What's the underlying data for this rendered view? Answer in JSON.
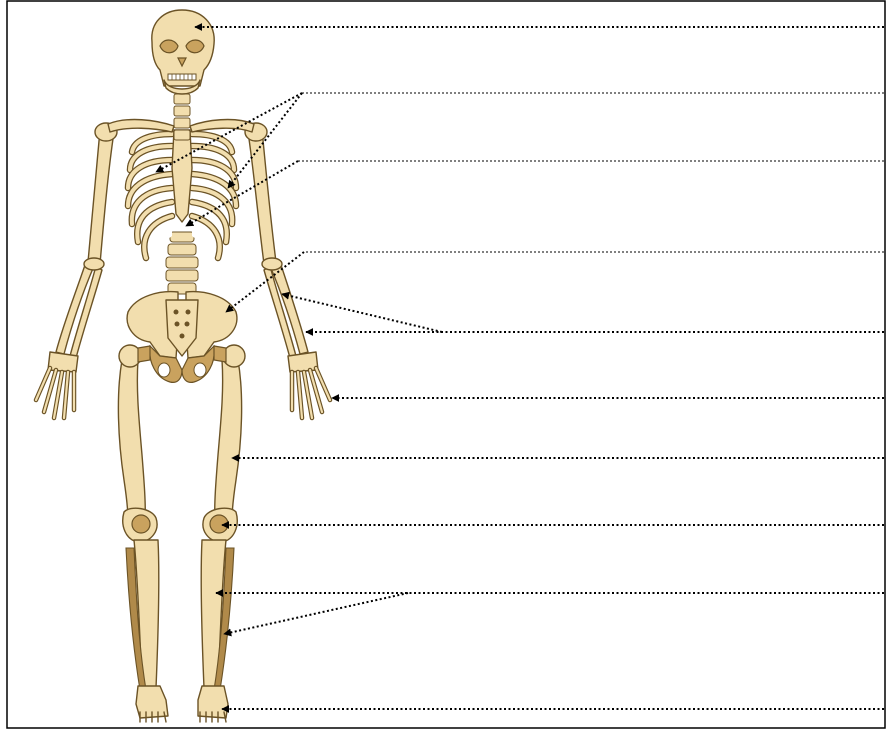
{
  "diagram": {
    "subject": "human-skeleton",
    "label_slots": [
      {
        "name": "skull-label-slot",
        "text": ""
      },
      {
        "name": "ribs-label-slot",
        "text": ""
      },
      {
        "name": "sternum-label-slot",
        "text": ""
      },
      {
        "name": "pelvis-label-slot",
        "text": ""
      },
      {
        "name": "radius-ulna-label-slot",
        "text": ""
      },
      {
        "name": "hand-bones-label-slot",
        "text": ""
      },
      {
        "name": "femur-label-slot",
        "text": ""
      },
      {
        "name": "patella-label-slot",
        "text": ""
      },
      {
        "name": "tibia-fibula-label-slot",
        "text": ""
      },
      {
        "name": "foot-bones-label-slot",
        "text": ""
      }
    ],
    "colors": {
      "bone": "#f2deae",
      "bone_outline": "#6b5326",
      "bone_shadow": "#c9a25e",
      "leader": "#000000"
    }
  }
}
